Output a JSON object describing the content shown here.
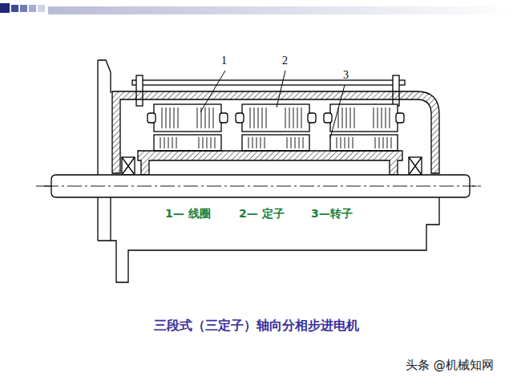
{
  "diagram": {
    "caption": "三段式（三定子）轴向分相步进电机",
    "labels": [
      "1",
      "2",
      "3",
      "1— 线圈",
      "2— 定子",
      "3—转子",
      "头条 @机械知网"
    ]
  }
}
